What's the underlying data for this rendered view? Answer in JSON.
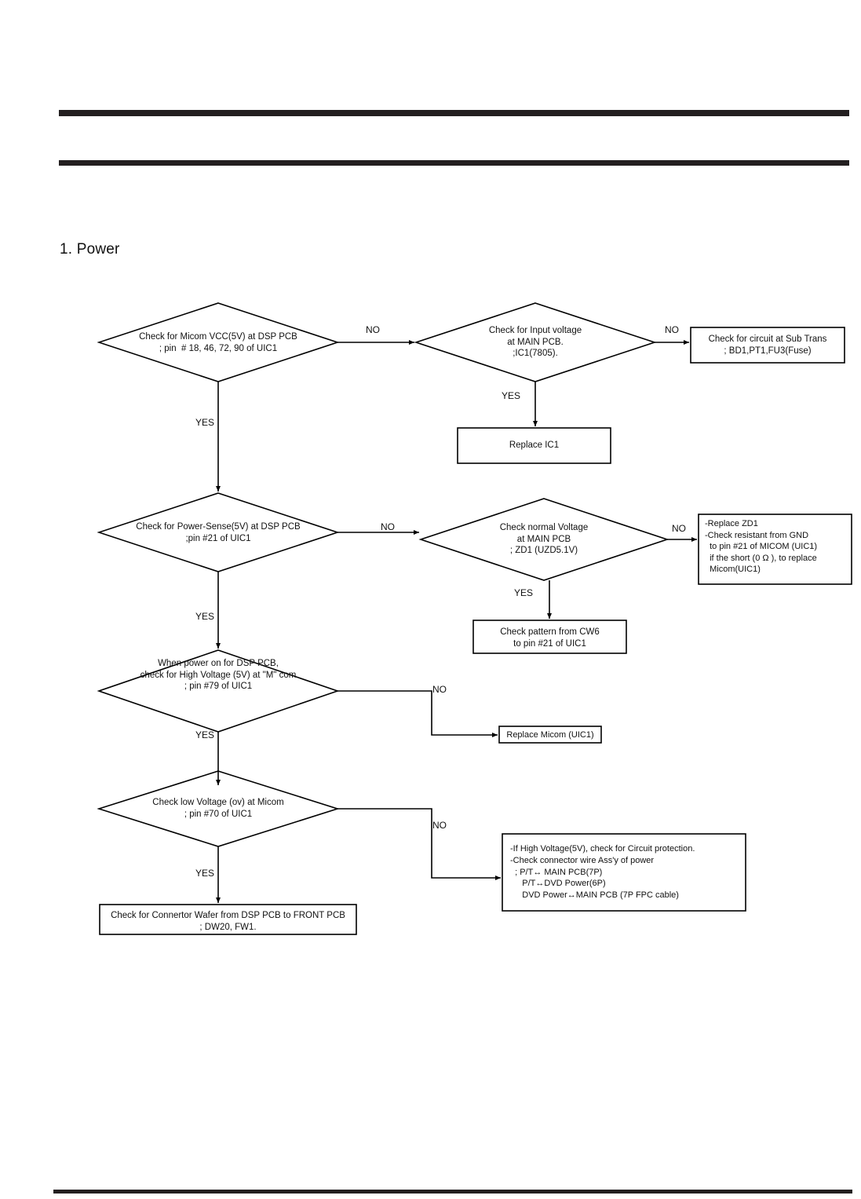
{
  "page": {
    "section_title": "1. Power",
    "rules": [
      "header-top-rule",
      "header-mid-rule",
      "footer-rule"
    ]
  },
  "flowchart": {
    "type": "troubleshooting-flowchart",
    "nodes": [
      {
        "id": "d1",
        "shape": "decision",
        "lines": [
          "Check for Micom VCC(5V) at DSP PCB",
          "; pin  # 18, 46, 72, 90 of UIC1"
        ]
      },
      {
        "id": "d2",
        "shape": "decision",
        "lines": [
          "Check for Input voltage",
          "at MAIN PCB.",
          ";IC1(7805)."
        ]
      },
      {
        "id": "b1",
        "shape": "process",
        "lines": [
          "Check for circuit at Sub Trans",
          "; BD1,PT1,FU3(Fuse)"
        ]
      },
      {
        "id": "b2",
        "shape": "process",
        "lines": [
          "Replace IC1"
        ]
      },
      {
        "id": "d3",
        "shape": "decision",
        "lines": [
          "Check for Power-Sense(5V) at DSP PCB",
          ";pin #21 of UIC1"
        ]
      },
      {
        "id": "d4",
        "shape": "decision",
        "lines": [
          "Check normal Voltage",
          "at MAIN PCB",
          "; ZD1 (UZD5.1V)"
        ]
      },
      {
        "id": "b3",
        "shape": "process",
        "lines": [
          "-Replace ZD1",
          "-Check resistant from GND",
          "  to pin #21 of MICOM (UIC1)",
          "  if the short (0 Ω ), to replace",
          "  Micom(UIC1)"
        ]
      },
      {
        "id": "b4",
        "shape": "process",
        "lines": [
          "Check pattern from CW6",
          "to pin #21 of UIC1"
        ]
      },
      {
        "id": "d5",
        "shape": "decision",
        "lines": [
          "When power on for DSP PCB,",
          "check for High Voltage (5V) at \"M\" com",
          "; pin #79 of UIC1"
        ]
      },
      {
        "id": "b5",
        "shape": "process",
        "lines": [
          "Replace Micom (UIC1)"
        ]
      },
      {
        "id": "d6",
        "shape": "decision",
        "lines": [
          "Check low Voltage (ov) at Micom",
          "; pin #70 of UIC1"
        ]
      },
      {
        "id": "b6",
        "shape": "process",
        "lines": [
          "-If High Voltage(5V), check for Circuit protection.",
          "-Check connector wire Ass'y of power",
          "  ; P/T↔ MAIN PCB(7P)",
          "     P/T↔DVD Power(6P)",
          "     DVD Power↔MAIN PCB (7P FPC cable)"
        ]
      },
      {
        "id": "b7",
        "shape": "process",
        "lines": [
          "Check for Connertor Wafer from DSP PCB to FRONT PCB",
          "; DW20, FW1."
        ]
      }
    ],
    "edges": [
      {
        "id": "e1",
        "from": "d1",
        "to": "d2",
        "label": "NO"
      },
      {
        "id": "e2",
        "from": "d2",
        "to": "b1",
        "label": "NO"
      },
      {
        "id": "e3",
        "from": "d2",
        "to": "b2",
        "label": "YES"
      },
      {
        "id": "e4",
        "from": "d1",
        "to": "d3",
        "label": "YES"
      },
      {
        "id": "e5",
        "from": "d3",
        "to": "d4",
        "label": "NO"
      },
      {
        "id": "e6",
        "from": "d4",
        "to": "b3",
        "label": "NO"
      },
      {
        "id": "e7",
        "from": "d4",
        "to": "b4",
        "label": "YES"
      },
      {
        "id": "e8",
        "from": "d3",
        "to": "d5",
        "label": "YES"
      },
      {
        "id": "e9",
        "from": "d5",
        "to": "b5",
        "label": "NO"
      },
      {
        "id": "e10",
        "from": "d5",
        "to": "d6",
        "label": "YES"
      },
      {
        "id": "e11",
        "from": "d6",
        "to": "b6",
        "label": "NO"
      },
      {
        "id": "e12",
        "from": "d6",
        "to": "b7",
        "label": "YES"
      }
    ],
    "edge_labels": {
      "l1": "NO",
      "l2": "NO",
      "l3": "YES",
      "l4": "YES",
      "l5": "NO",
      "l6": "NO",
      "l7": "YES",
      "l8": "YES",
      "l9": "NO",
      "l10": "YES",
      "l11": "NO",
      "l12": "YES"
    }
  },
  "node_text": {
    "d1": "Check for Micom VCC(5V) at DSP PCB\n; pin  # 18, 46, 72, 90 of UIC1",
    "d2": "Check for Input voltage\nat MAIN PCB.\n;IC1(7805).",
    "b1": "Check for circuit at Sub Trans\n; BD1,PT1,FU3(Fuse)",
    "b2": "Replace IC1",
    "d3": "Check for Power-Sense(5V) at DSP PCB\n;pin #21 of UIC1",
    "d4": "Check normal Voltage\nat MAIN PCB\n; ZD1 (UZD5.1V)",
    "b3": "-Replace ZD1\n-Check resistant from GND\n  to pin #21 of MICOM (UIC1)\n  if the short (0 Ω ), to replace\n  Micom(UIC1)",
    "b4": "Check pattern from CW6\nto pin #21 of UIC1",
    "d5": "When power on for DSP PCB,\ncheck for High Voltage (5V) at \"M\" com\n; pin #79 of UIC1",
    "b5": "Replace Micom (UIC1)",
    "d6": "Check low Voltage (ov) at Micom\n; pin #70 of UIC1",
    "b6": "-If High Voltage(5V), check for Circuit protection.\n-Check connector wire Ass'y of power\n  ; P/T↔ MAIN PCB(7P)\n     P/T↔DVD Power(6P)\n     DVD Power↔MAIN PCB (7P FPC cable)",
    "b7": "Check for Connertor Wafer from DSP PCB to FRONT PCB\n; DW20, FW1."
  },
  "colors": {
    "ink": "#111111",
    "rule": "#231f20",
    "background": "#ffffff",
    "stroke": "#000000"
  }
}
